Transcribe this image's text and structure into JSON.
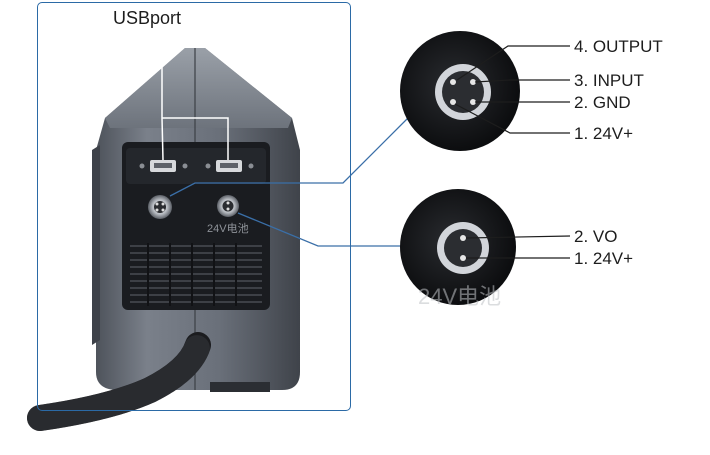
{
  "labels": {
    "usb_port": "USBport",
    "port_marking": "24V电池",
    "large_marking": "24V电池"
  },
  "upper_connector": {
    "pins": [
      {
        "label": "4. OUTPUT"
      },
      {
        "label": "3. INPUT"
      },
      {
        "label": "2. GND"
      },
      {
        "label": "1. 24V+"
      }
    ]
  },
  "lower_connector": {
    "pins": [
      {
        "label": "2. VO"
      },
      {
        "label": "1. 24V+"
      }
    ]
  },
  "colors": {
    "frame_border": "#2b6aa6",
    "callout_line": "#3a6fa8",
    "device_body": "#6b7079",
    "panel": "#1a1c20",
    "label_text": "#1d1d1d"
  }
}
